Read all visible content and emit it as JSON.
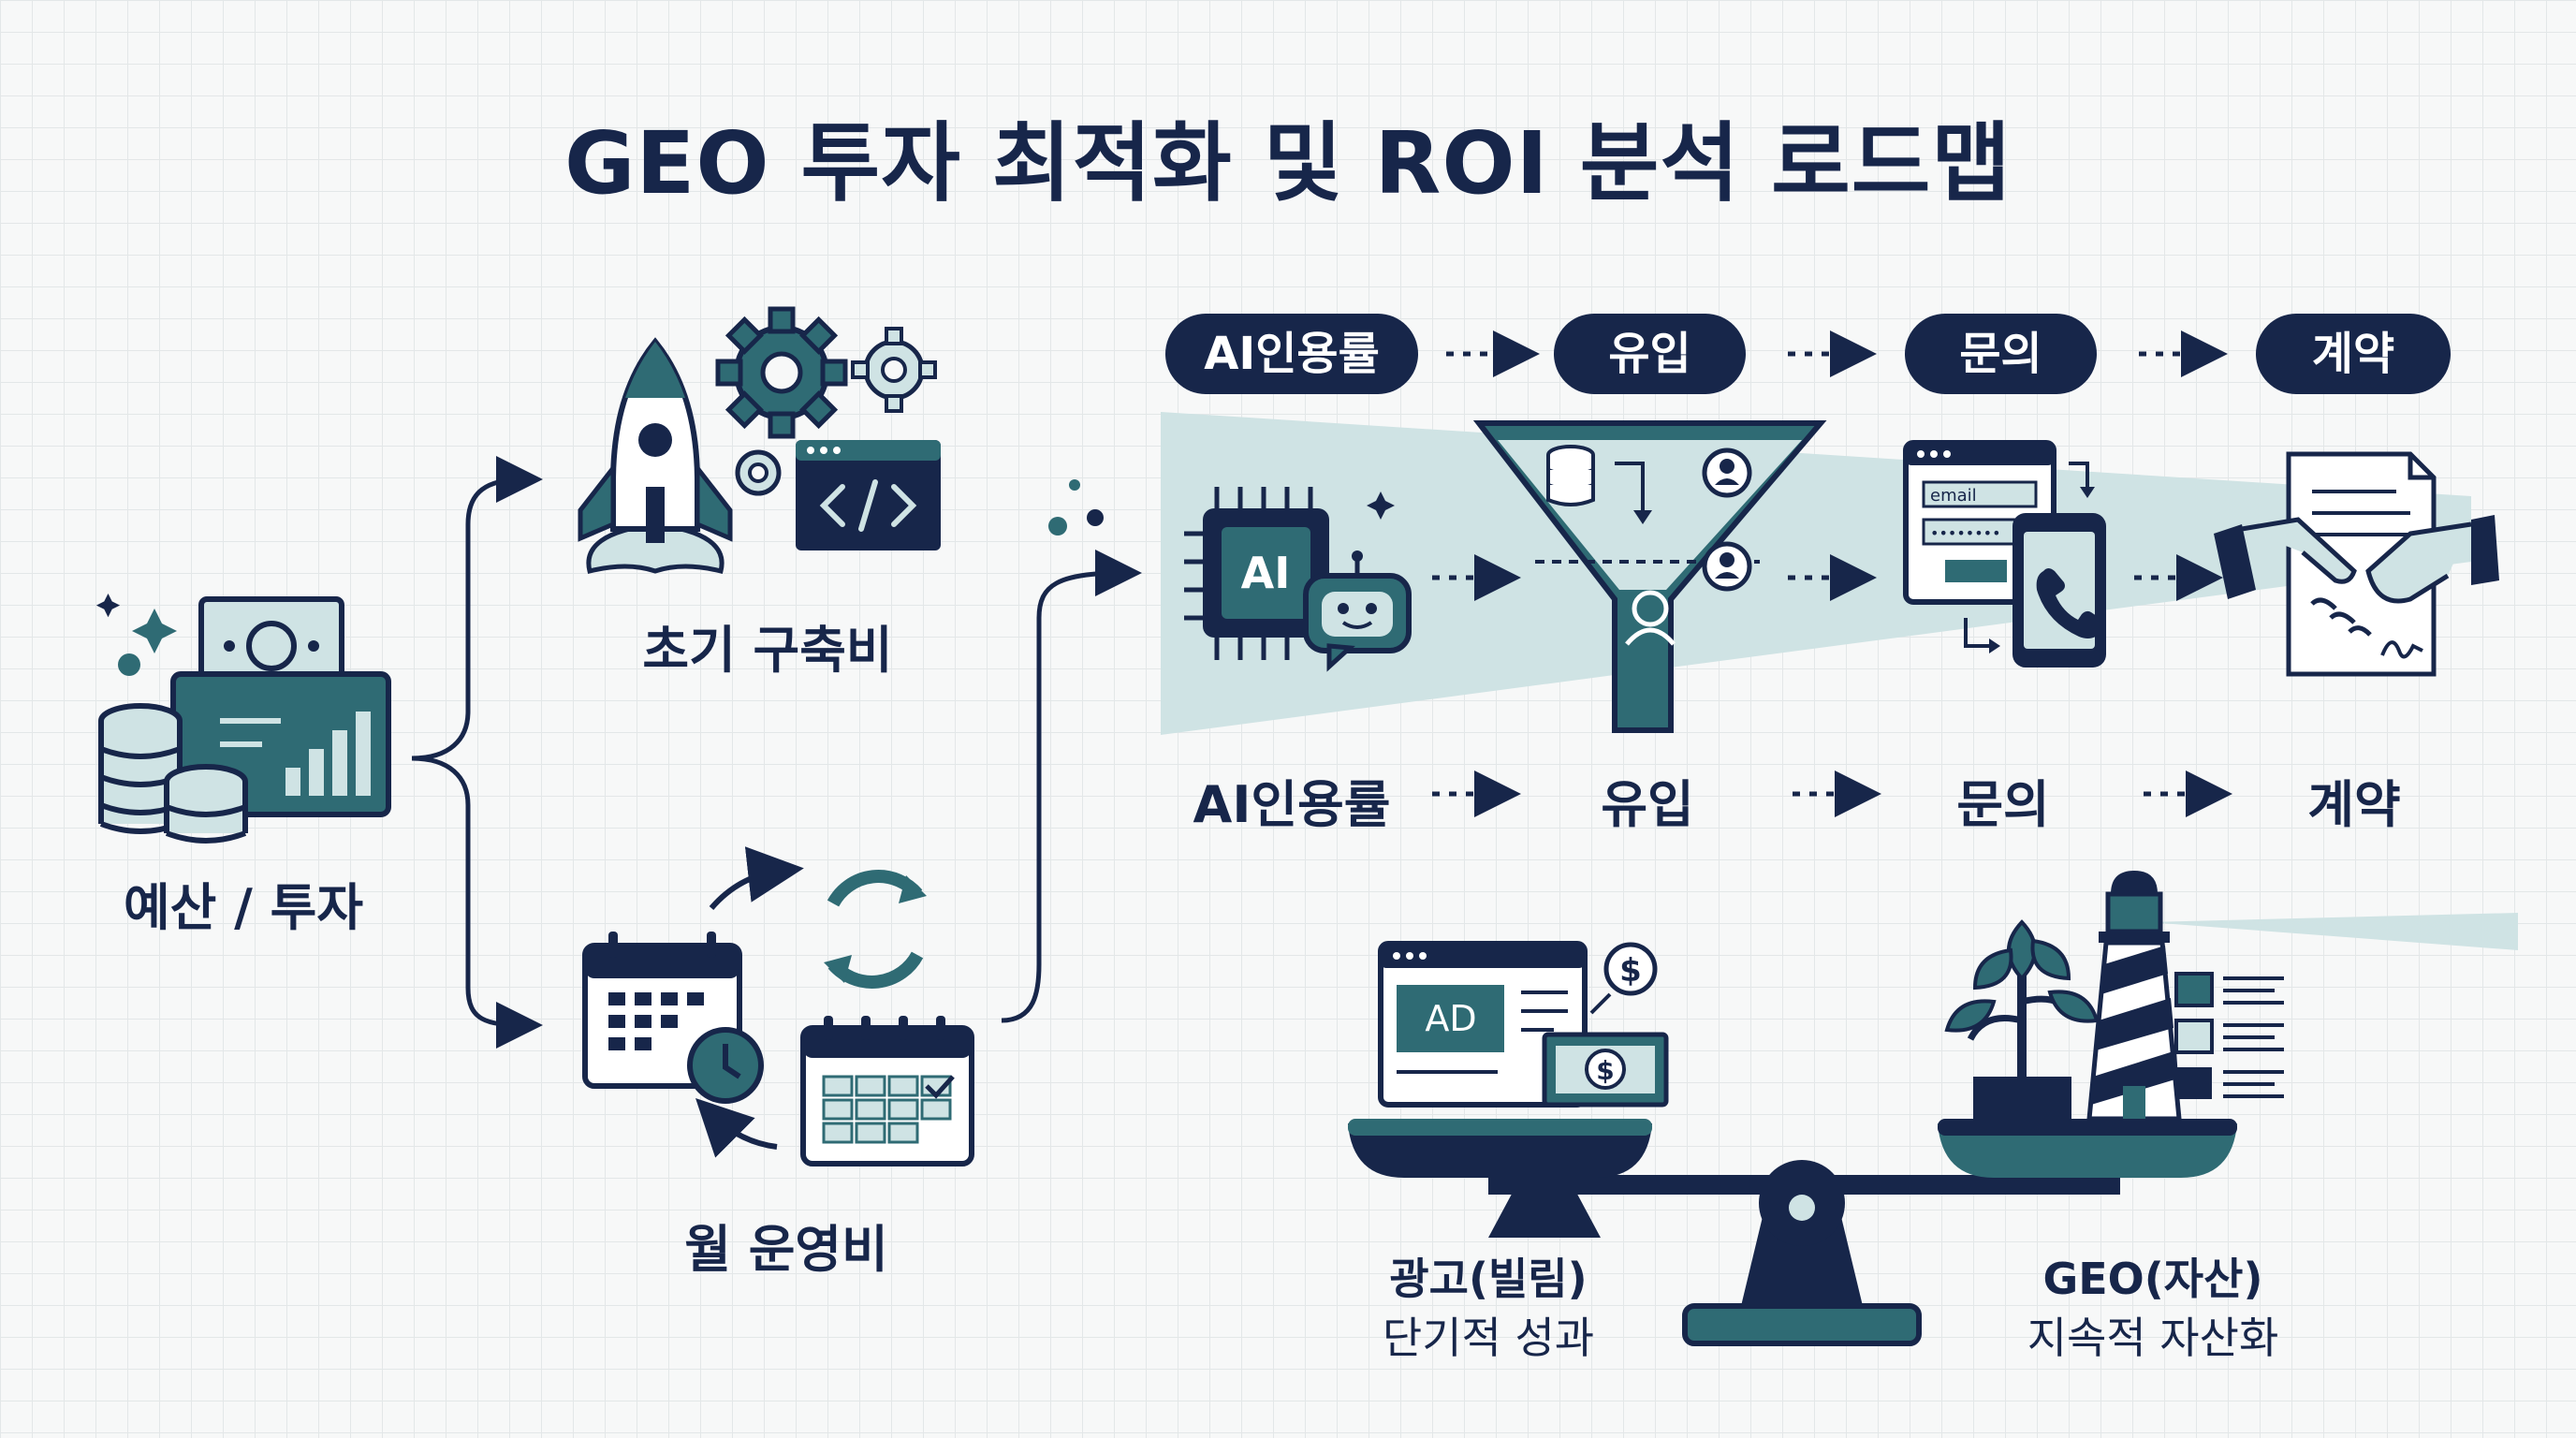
{
  "title": "GEO 투자 최적화 및 ROI 분석 로드맵",
  "budget": {
    "label": "예산 / 투자"
  },
  "initial_cost": {
    "label": "초기 구축비"
  },
  "monthly_cost": {
    "label": "월 운영비"
  },
  "funnel": {
    "pills": [
      "AI인용률",
      "유입",
      "문의",
      "계약"
    ],
    "labels": [
      "AI인용률",
      "유입",
      "문의",
      "계약"
    ],
    "chip_text": "AI",
    "email_field": "email",
    "password_mask": "••••••••"
  },
  "scale": {
    "ad_text": "AD",
    "dollar": "$",
    "left_title": "광고(빌림)",
    "left_sub": "단기적 성과",
    "right_title": "GEO(자산)",
    "right_sub": "지속적 자산화"
  },
  "colors": {
    "navy": "#17264a",
    "teal": "#2f6b74",
    "light_teal": "#cfe3e4"
  }
}
